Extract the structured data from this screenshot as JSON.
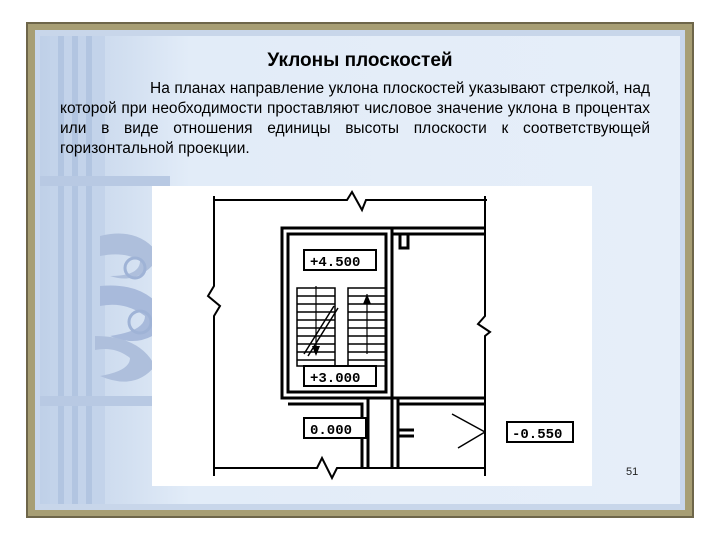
{
  "slide": {
    "title": "Уклоны плоскостей",
    "body_text": "На планах направление уклона плоскостей указывают стрелкой, над которой при необходимости проставляют числовое значение уклона в процентах или в виде отношения единицы высоты плоскости к соответствующей горизонтальной проекции.",
    "page_number": "51"
  },
  "drawing": {
    "labels": [
      "+4.500",
      "+3.000",
      "0.000",
      "-0.550"
    ]
  },
  "colors": {
    "frame": "#a79e74",
    "slide_background": "#e6eef9",
    "text": "#000000"
  }
}
